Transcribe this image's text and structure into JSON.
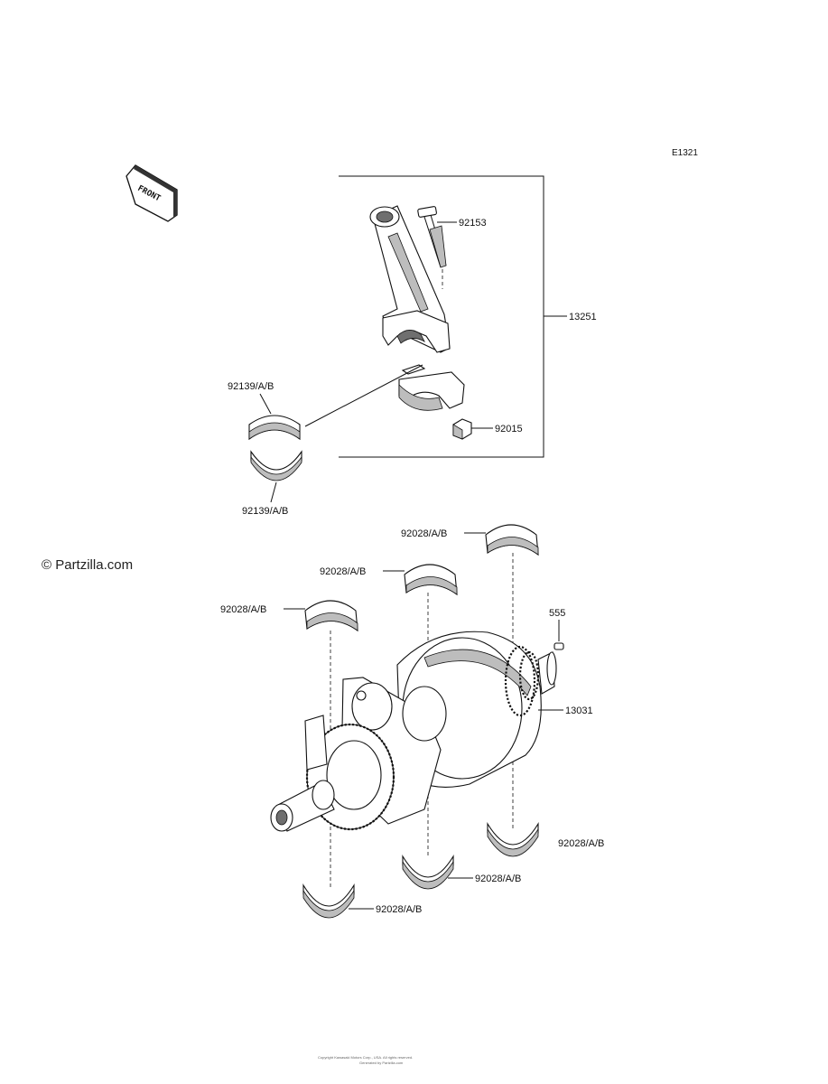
{
  "diagram": {
    "code": "E1321",
    "watermark": "© Partzilla.com",
    "front_label": "FRONT",
    "footer_line1": "Copyright Kawasaki Motors Corp., USA. All rights reserved.",
    "footer_line2": "Generated by Partzilla.com"
  },
  "labels": {
    "bolt": "92153",
    "conrod_assy": "13251",
    "nut": "92015",
    "conrod_bearing_top": "92139/A/B",
    "conrod_bearing_bottom": "92139/A/B",
    "main_bearing_upper_1": "92028/A/B",
    "main_bearing_upper_2": "92028/A/B",
    "main_bearing_upper_3": "92028/A/B",
    "key": "555",
    "crankshaft": "13031",
    "main_bearing_lower_1": "92028/A/B",
    "main_bearing_lower_2": "92028/A/B",
    "main_bearing_lower_3": "92028/A/B"
  }
}
